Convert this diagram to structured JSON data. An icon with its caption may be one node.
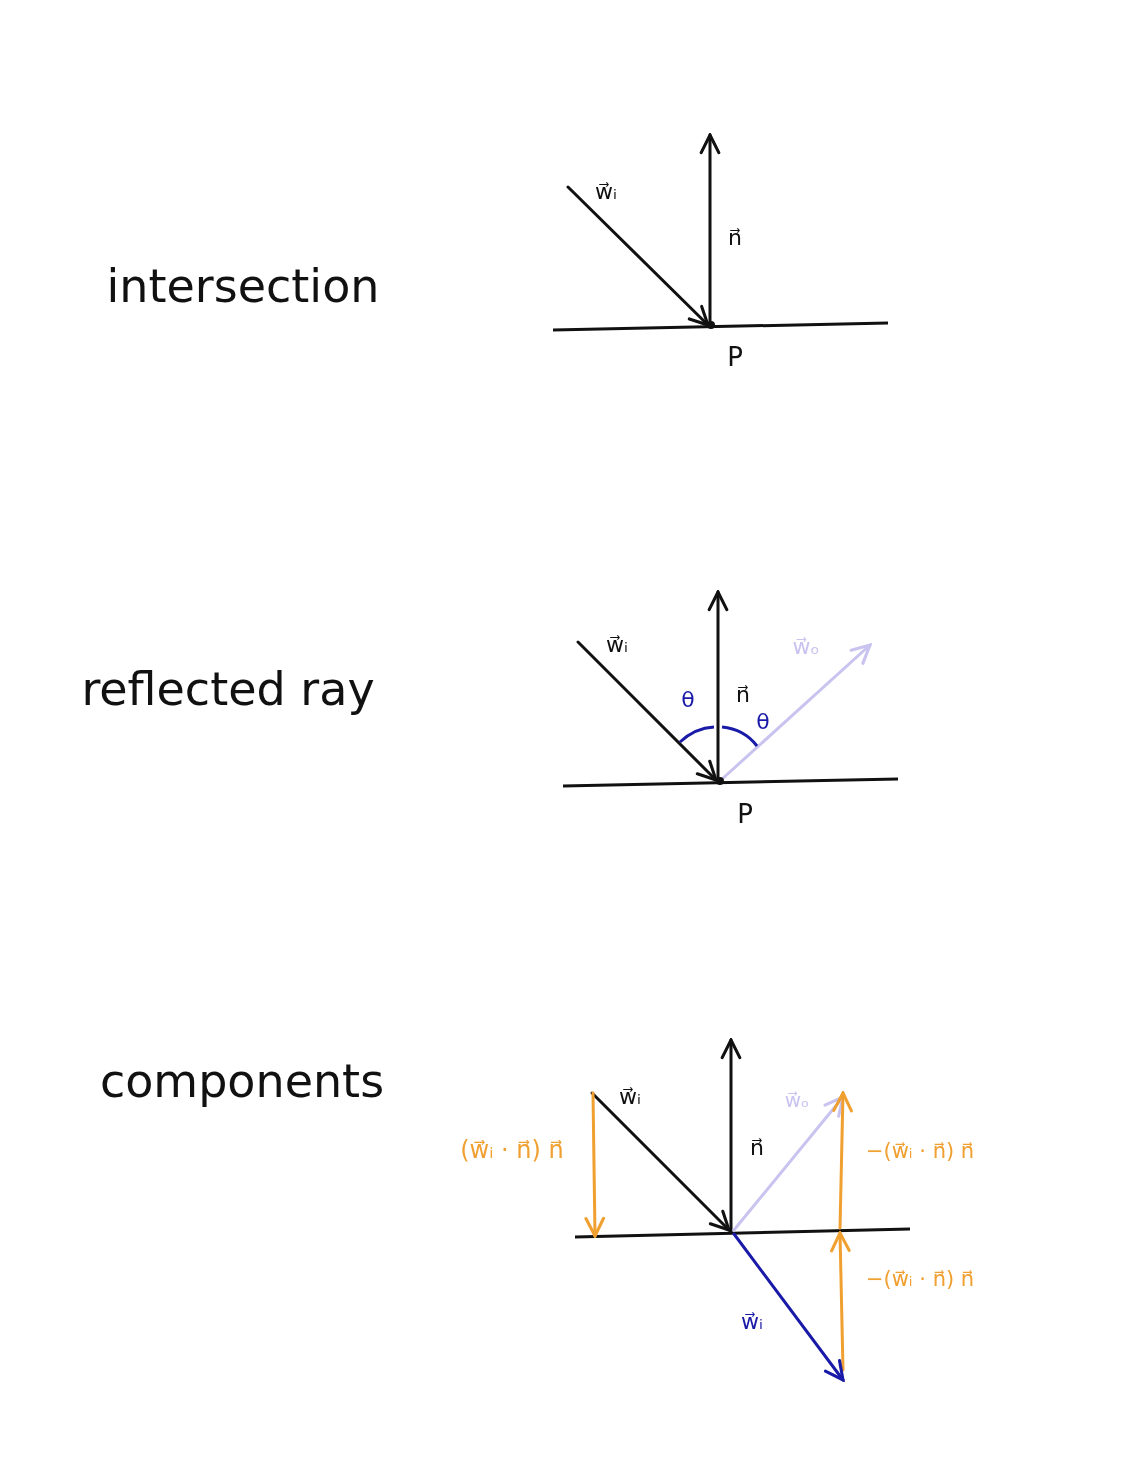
{
  "diagram": {
    "labels": [
      "intersection",
      "w⃗ᵢ",
      "n⃗",
      "P",
      "reflected ray",
      "w⃗ᵢ",
      "w⃗ₒ",
      "θ",
      "n⃗",
      "θ",
      "P",
      "components",
      "w⃗ᵢ",
      "w⃗ₒ",
      "(w⃗ᵢ · n⃗) n⃗",
      "n⃗",
      "−(w⃗ᵢ · n⃗) n⃗",
      "−(w⃗ᵢ · n⃗) n⃗",
      "w⃗ᵢ"
    ]
  }
}
